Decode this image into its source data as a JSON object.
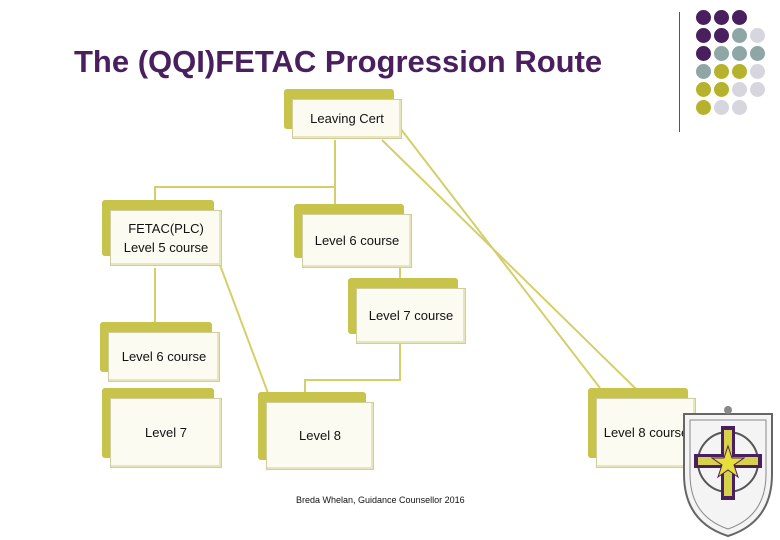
{
  "title": "The (QQI)FETAC Progression Route",
  "nodes": {
    "leaving_cert": "Leaving Cert",
    "fetac_plc": "FETAC(PLC)\nLevel 5 course",
    "level6_center": "Level 6 course",
    "level7_center": "Level 7 course",
    "level6_left": "Level 6 course",
    "level7_left": "Level 7",
    "level8_center": "Level 8",
    "level8_right": "Level 8 course"
  },
  "footer": "Breda Whelan, Guidance Counsellor  2016",
  "colors": {
    "title": "#4a1f5e",
    "node_shadow": "#c8c34a",
    "connector": "#d4cf6a",
    "dot_purple": "#4a1f5e",
    "dot_teal": "#8ea6a6",
    "dot_olive": "#b7b22e",
    "dot_grey": "#d6d6df"
  }
}
